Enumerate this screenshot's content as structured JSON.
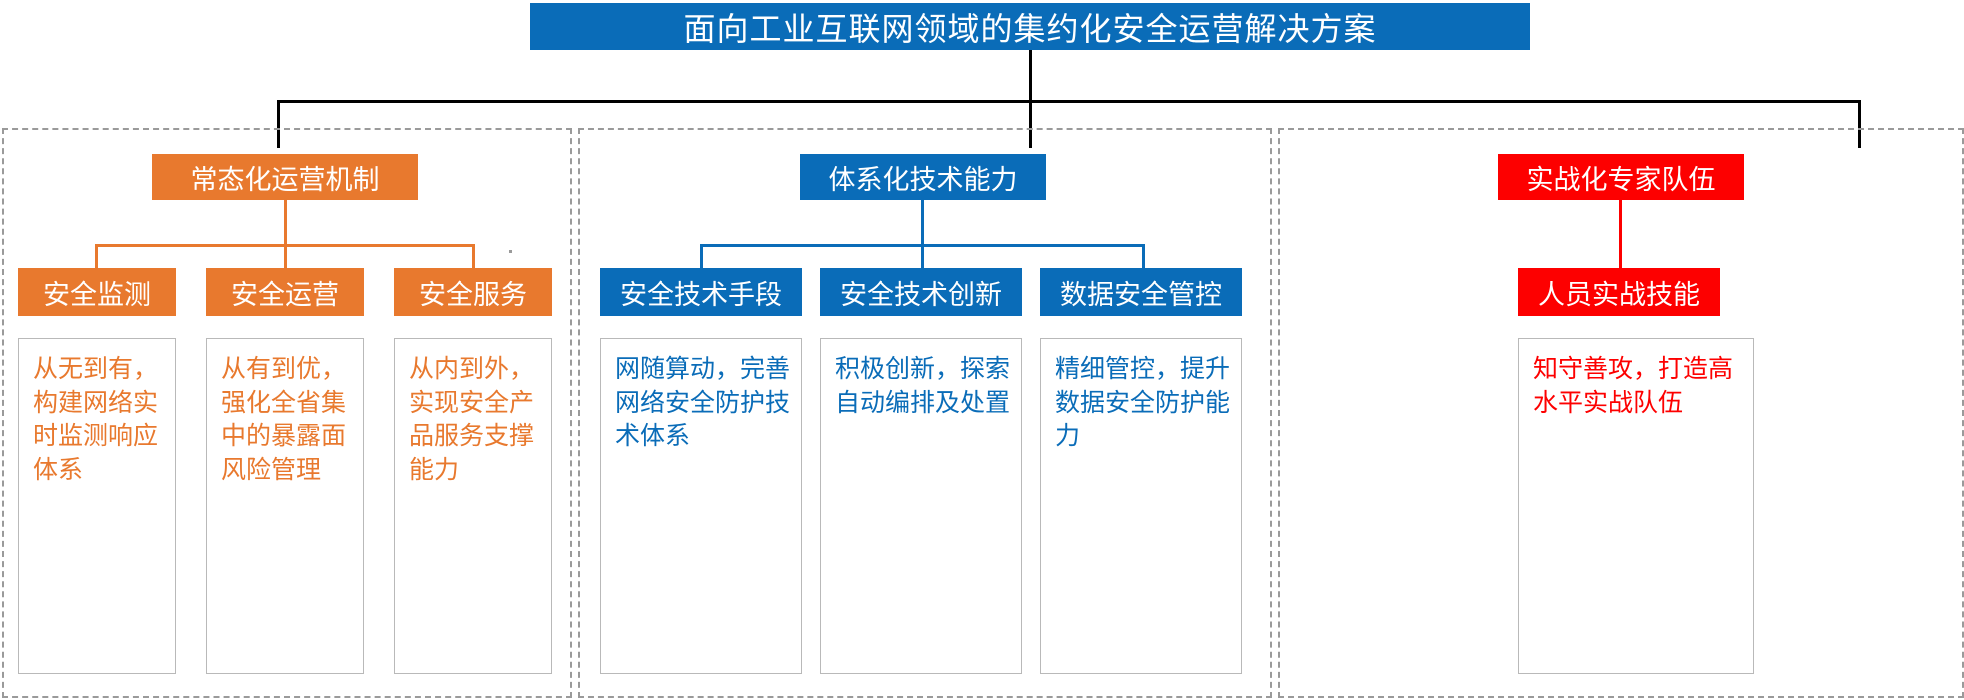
{
  "title": "面向工业互联网领域的集约化安全运营解决方案",
  "colors": {
    "orange": "#e8792e",
    "blue": "#0a6cb8",
    "red": "#fd0000",
    "panel_border": "#b9b9b9",
    "group_border": "#9a9a9a",
    "connector": "#000000",
    "title_text": "#ffffff"
  },
  "groups": [
    {
      "id": "operations",
      "header": "常态化运营机制",
      "accent": "#e8792e",
      "leaves": [
        {
          "header": "安全监测",
          "body": "从无到有，构建网络实时监测响应体系"
        },
        {
          "header": "安全运营",
          "body": "从有到优，强化全省集中的暴露面风险管理"
        },
        {
          "header": "安全服务",
          "body": "从内到外，实现安全产品服务支撑能力"
        }
      ]
    },
    {
      "id": "technology",
      "header": "体系化技术能力",
      "accent": "#0a6cb8",
      "leaves": [
        {
          "header": "安全技术手段",
          "body": "网随算动，完善网络安全防护技术体系"
        },
        {
          "header": "安全技术创新",
          "body": "积极创新，探索自动编排及处置"
        },
        {
          "header": "数据安全管控",
          "body": "精细管控，提升数据安全防护能力"
        }
      ]
    },
    {
      "id": "experts",
      "header": "实战化专家队伍",
      "accent": "#fd0000",
      "leaves": [
        {
          "header": "人员实战技能",
          "body": "知守善攻，打造高水平实战队伍"
        }
      ]
    }
  ]
}
